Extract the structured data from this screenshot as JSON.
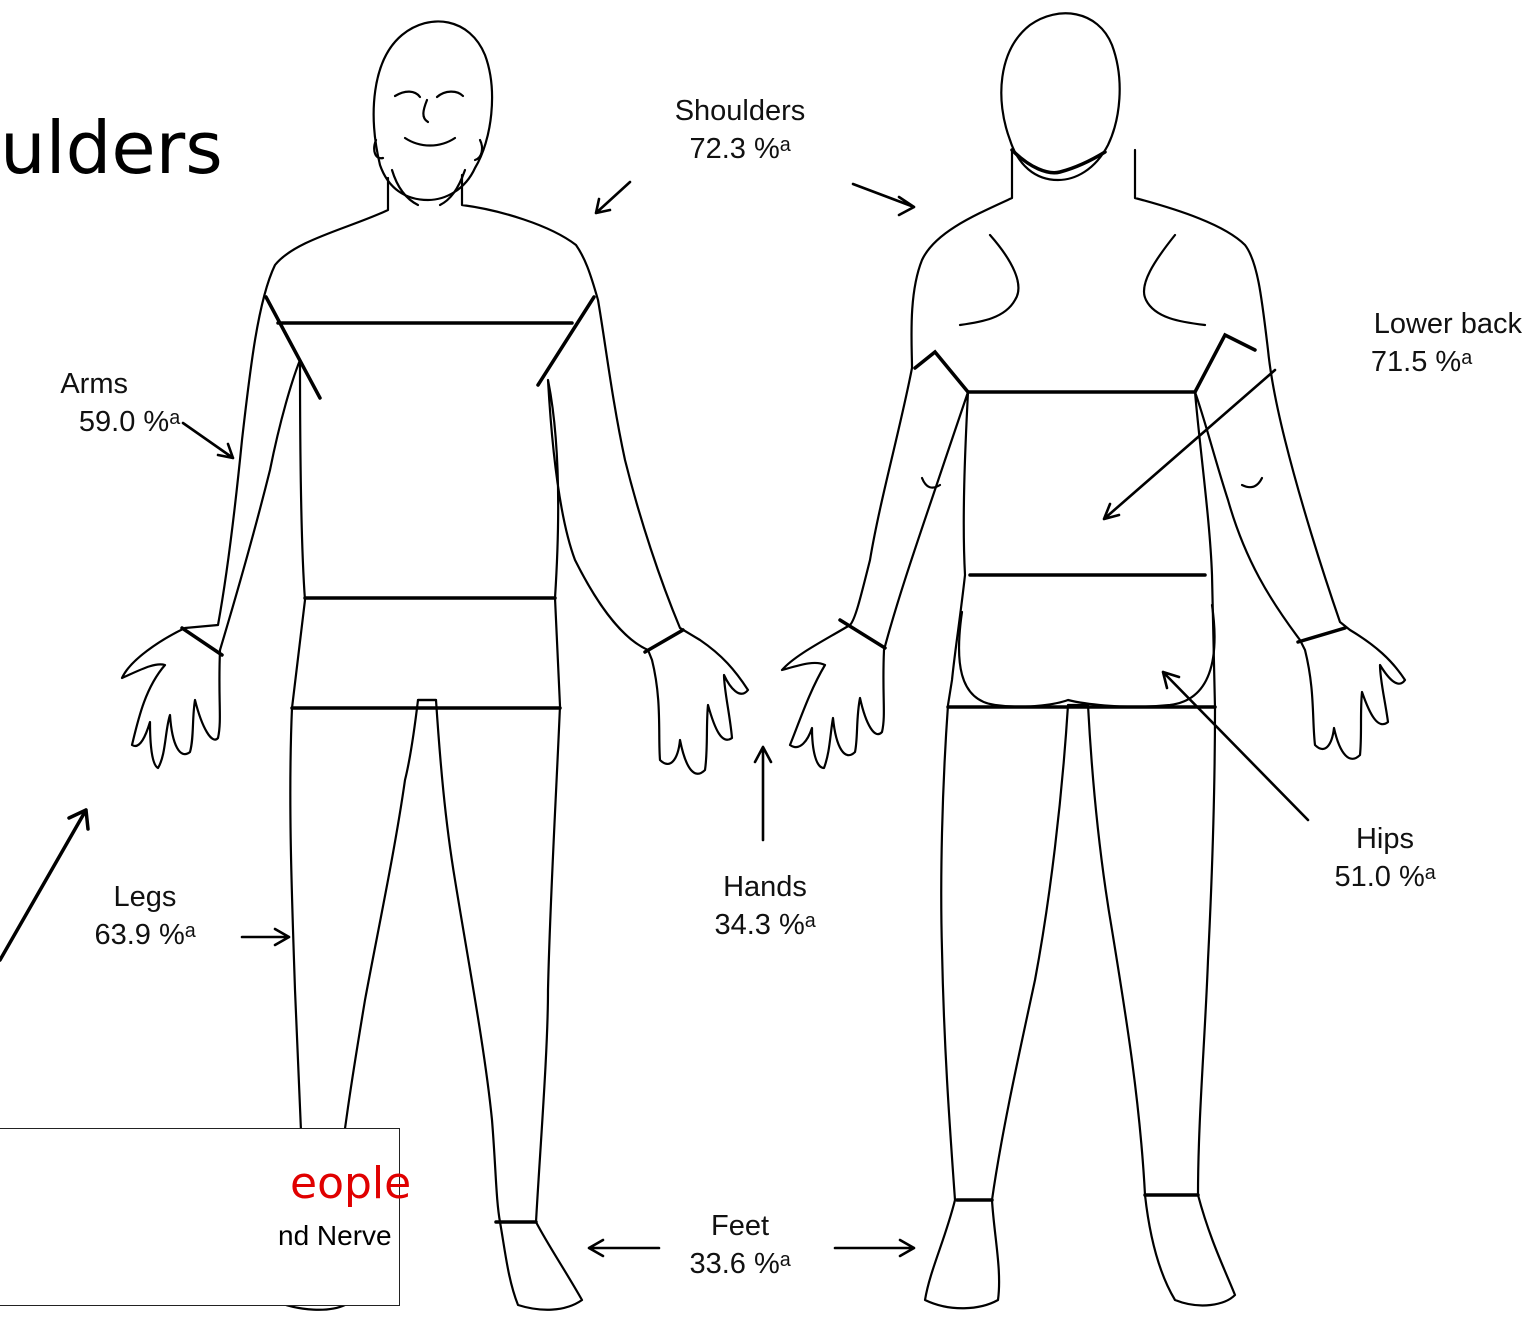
{
  "slide": {
    "title_fragment": "ulders",
    "box_red_fragment": "eople",
    "box_black_fragment": "nd Nerve"
  },
  "labels": {
    "shoulders": {
      "name": "Shoulders",
      "value": "72.3 %ᵃ"
    },
    "lower_back": {
      "name": "Lower back",
      "value": "71.5 %ᵃ"
    },
    "arms": {
      "name": "Arms",
      "value": "59.0 %ᵃ"
    },
    "legs": {
      "name": "Legs",
      "value": "63.9 %ᵃ"
    },
    "hands": {
      "name": "Hands",
      "value": "34.3 %ᵃ"
    },
    "hips": {
      "name": "Hips",
      "value": "51.0 %ᵃ"
    },
    "feet": {
      "name": "Feet",
      "value": "33.6 %ᵃ"
    }
  }
}
